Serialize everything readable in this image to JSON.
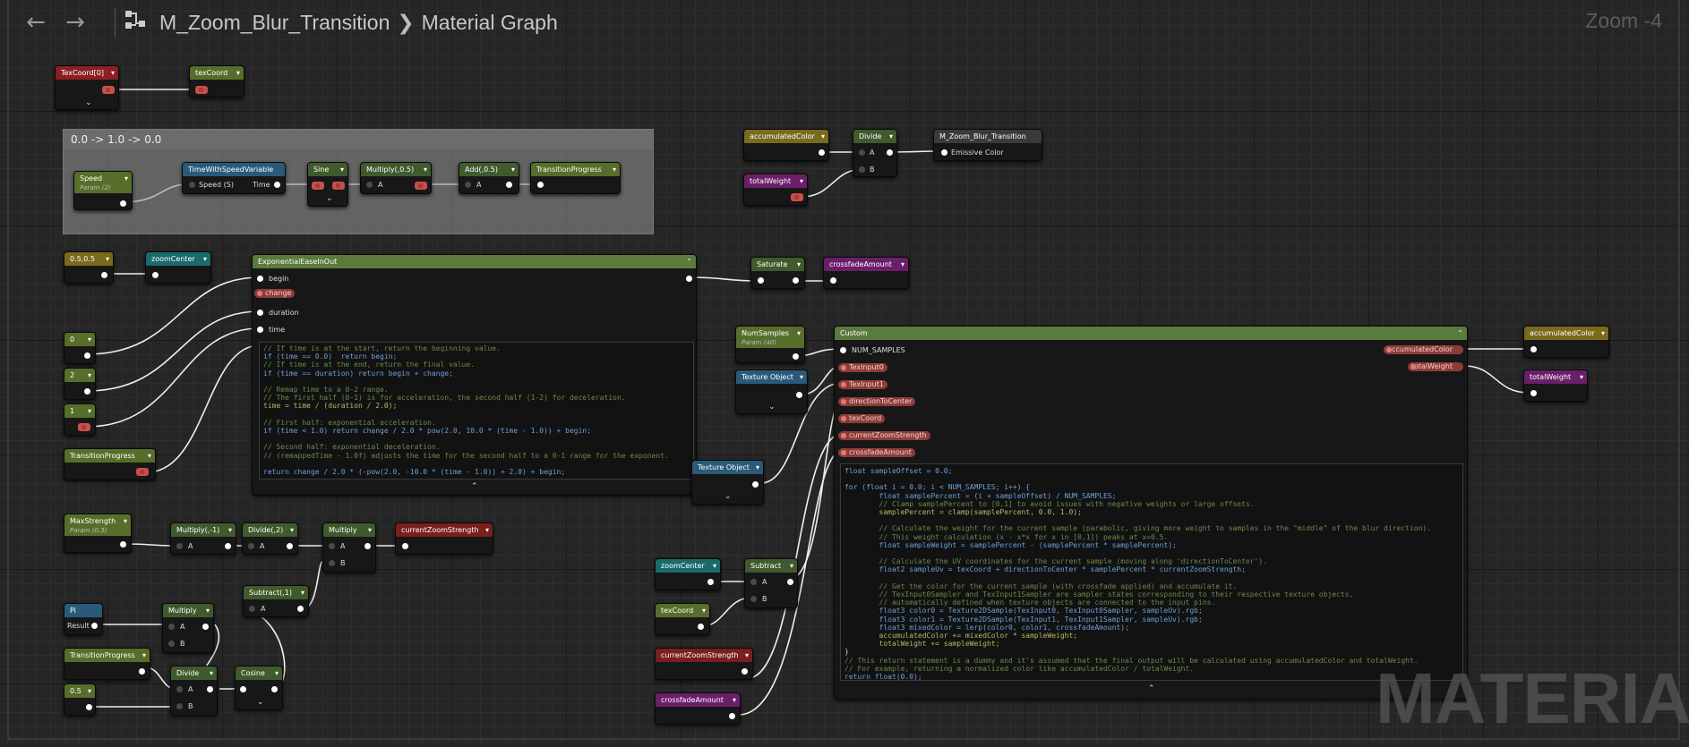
{
  "topbar": {
    "back_label": "←",
    "forward_label": "→",
    "asset": "M_Zoom_Blur_Transition",
    "breadcrumb_sep": "❯",
    "graph": "Material Graph",
    "zoom": "Zoom -4"
  },
  "watermark": "MATERIAL",
  "comment": {
    "title": "0.0 -> 1.0 -> 0.0"
  },
  "colors": {
    "green_node": "#566e2a",
    "teal_node": "#1b6b6b",
    "olive_node": "#7a6a1e",
    "red_node": "#7a1e1e",
    "purple_node": "#6b1f6b",
    "function_node": "#2a5a7a",
    "math_node": "#3f5a2c",
    "custom_node": "#5a7a3e"
  },
  "nodes": {
    "texcoord0": {
      "title": "TexCoord[0]"
    },
    "texcoord_named": {
      "title": "texCoord"
    },
    "speed": {
      "title": "Speed",
      "subtitle": "Param (2)"
    },
    "time_with_speed": {
      "title": "TimeWithSpeedVariable",
      "in_label": "Speed (S)",
      "out_label": "Time"
    },
    "sine": {
      "title": "Sine"
    },
    "multiply_05": {
      "title": "Multiply(,0.5)",
      "in_label": "A"
    },
    "add_05": {
      "title": "Add(,0.5)",
      "in_label": "A"
    },
    "transition_progress_set": {
      "title": "TransitionProgress"
    },
    "accumulated_color_get": {
      "title": "accumulatedColor"
    },
    "total_weight_get": {
      "title": "totalWeight"
    },
    "divide_top": {
      "title": "Divide",
      "in_a": "A",
      "in_b": "B"
    },
    "output": {
      "title": "M_Zoom_Blur_Transition",
      "in_label": "Emissive Color"
    },
    "const_0505": {
      "title": "0.5,0.5"
    },
    "zoom_center_set": {
      "title": "zoomCenter"
    },
    "exp_ease": {
      "title": "ExponentialEaseInOut",
      "pins": [
        "begin",
        "change",
        "duration",
        "time"
      ],
      "code": [
        "// If time is at the start, return the beginning value.",
        "if (time == 0.0)  return begin;",
        "// If time is at the end, return the final value.",
        "if (time == duration) return begin + change;",
        "",
        "// Remap time to a 0-2 range.",
        "// The first half (0-1) is for acceleration, the second half (1-2) for deceleration.",
        "time = time / (duration / 2.0);",
        "",
        "// First half: exponential acceleration.",
        "if (time < 1.0) return change / 2.0 * pow(2.0, 10.0 * (time - 1.0)) + begin;",
        "",
        "// Second half: exponential deceleration.",
        "// (remappedTime - 1.0f) adjusts the time for the second half to a 0-1 range for the exponent.",
        "",
        "return change / 2.0 * (-pow(2.0, -10.0 * (time - 1.0)) + 2.0) + begin;"
      ]
    },
    "const_0": {
      "title": "0"
    },
    "const_2": {
      "title": "2"
    },
    "const_1": {
      "title": "1"
    },
    "transition_progress_get1": {
      "title": "TransitionProgress"
    },
    "saturate": {
      "title": "Saturate"
    },
    "crossfade_set": {
      "title": "crossfadeAmount"
    },
    "num_samples": {
      "title": "NumSamples",
      "subtitle": "Param (40)"
    },
    "texture_object1": {
      "title": "Texture Object"
    },
    "texture_object2": {
      "title": "Texture Object"
    },
    "custom": {
      "title": "Custom",
      "inputs": [
        "NUM_SAMPLES",
        "TexInput0",
        "TexInput1",
        "directionToCenter",
        "texCoord",
        "currentZoomStrength",
        "crossfadeAmount"
      ],
      "outputs": [
        "accumulatedColor",
        "totalWeight"
      ],
      "code": [
        "float sampleOffset = 0.0;",
        "",
        "for (float i = 0.0; i < NUM_SAMPLES; i++) {",
        "        float samplePercent = (i + sampleOffset) / NUM_SAMPLES;",
        "        // Clamp samplePercent to [0,1] to avoid issues with negative weights or large offsets.",
        "        samplePercent = clamp(samplePercent, 0.0, 1.0);",
        "",
        "        // Calculate the weight for the current sample (parabolic, giving more weight to samples in the \"middle\" of the blur direction).",
        "        // This weight calculation (x - x*x for x in [0,1]) peaks at x=0.5.",
        "        float sampleWeight = samplePercent - (samplePercent * samplePercent);",
        "",
        "        // Calculate the UV coordinates for the current sample (moving along 'directionToCenter').",
        "        float2 sampleUv = texCoord + directionToCenter * samplePercent * currentZoomStrength;",
        "",
        "        // Get the color for the current sample (with crossfade applied) and accumulate it.",
        "        // TexInput0Sampler and TexInput1Sampler are sampler states corresponding to their respective texture objects,",
        "        // automatically defined when texture objects are connected to the input pins.",
        "        float3 color0 = Texture2DSample(TexInput0, TexInput0Sampler, sampleUv).rgb;",
        "        float3 color1 = Texture2DSample(TexInput1, TexInput1Sampler, sampleUv).rgb;",
        "        float3 mixedColor = lerp(color0, color1, crossfadeAmount);",
        "        accumulatedColor += mixedColor * sampleWeight;",
        "        totalWeight += sampleWeight;",
        "}",
        "// This return statement is a dummy and it's assumed that the final output will be calculated using accumulatedColor and totalWeight.",
        "// For example, returning a normalized color like accumulatedColor / totalWeight.",
        "return float(0.0);"
      ]
    },
    "accumulated_color_set": {
      "title": "accumulatedColor"
    },
    "total_weight_set": {
      "title": "totalWeight"
    },
    "max_strength": {
      "title": "MaxStrength",
      "subtitle": "Param (0.3)"
    },
    "multiply_neg1": {
      "title": "Multiply(,-1)",
      "in_label": "A"
    },
    "divide_2": {
      "title": "Divide(,2)",
      "in_label": "A"
    },
    "multiply_mid": {
      "title": "Multiply",
      "in_a": "A",
      "in_b": "B"
    },
    "current_zoom_set": {
      "title": "currentZoomStrength"
    },
    "subtract_1": {
      "title": "Subtract(,1)",
      "in_label": "A"
    },
    "pi": {
      "title": "Pi",
      "out_label": "Result"
    },
    "multiply_low": {
      "title": "Multiply",
      "in_a": "A",
      "in_b": "B"
    },
    "transition_progress_get2": {
      "title": "TransitionProgress"
    },
    "const_05": {
      "title": "0.5"
    },
    "divide_low": {
      "title": "Divide",
      "in_a": "A",
      "in_b": "B"
    },
    "cosine": {
      "title": "Cosine"
    },
    "zoom_center_get": {
      "title": "zoomCenter"
    },
    "texcoord_get": {
      "title": "texCoord"
    },
    "subtract_mid": {
      "title": "Subtract",
      "in_a": "A",
      "in_b": "B"
    },
    "current_zoom_get": {
      "title": "currentZoomStrength"
    },
    "crossfade_get": {
      "title": "crossfadeAmount"
    }
  }
}
